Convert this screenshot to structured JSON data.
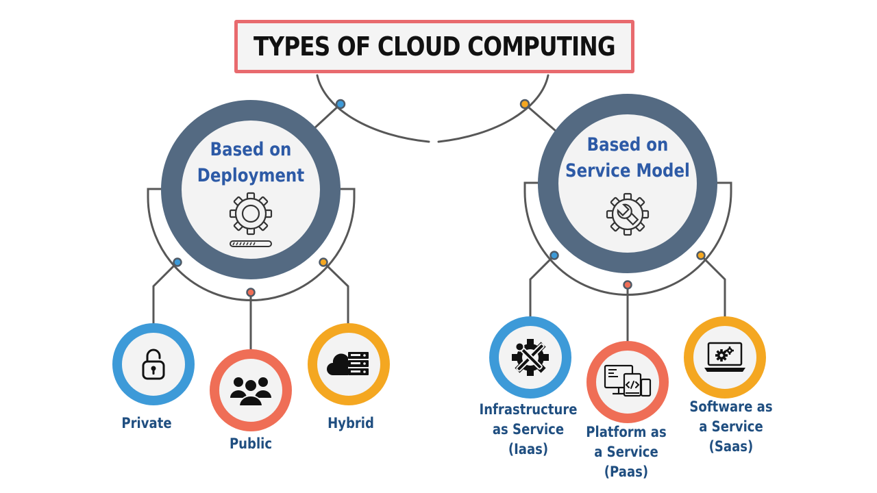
{
  "title": "TYPES OF CLOUD COMPUTING",
  "colors": {
    "hub_ring": "#546a82",
    "title_border": "#e86a6e",
    "heading_text": "#2d5aa6",
    "label_text": "#1f4e80",
    "connector": "#575757",
    "blue_accent": "#3d9ad8",
    "red_accent": "#ef6e56",
    "orange_accent": "#f4a721"
  },
  "groups": [
    {
      "heading_line1": "Based on",
      "heading_line2": "Deployment",
      "icon": "gear-with-progress-bar-icon",
      "items": [
        {
          "label_lines": [
            "Private"
          ],
          "icon": "unlocked-padlock-icon",
          "color": "#3d9ad8"
        },
        {
          "label_lines": [
            "Public"
          ],
          "icon": "people-group-icon",
          "color": "#ef6e56"
        },
        {
          "label_lines": [
            "Hybrid"
          ],
          "icon": "cloud-server-icon",
          "color": "#f4a721"
        }
      ]
    },
    {
      "heading_line1": "Based on",
      "heading_line2": "Service Model",
      "icon": "gear-wrench-icon",
      "items": [
        {
          "label_lines": [
            "Infrastructure",
            "as Service",
            "(Iaas)"
          ],
          "icon": "tools-gear-icon",
          "color": "#3d9ad8"
        },
        {
          "label_lines": [
            "Platform as",
            "a Service",
            "(Paas)"
          ],
          "icon": "code-devices-icon",
          "color": "#ef6e56"
        },
        {
          "label_lines": [
            "Software as",
            "a Service",
            "(Saas)"
          ],
          "icon": "laptop-gears-icon",
          "color": "#f4a721"
        }
      ]
    }
  ]
}
